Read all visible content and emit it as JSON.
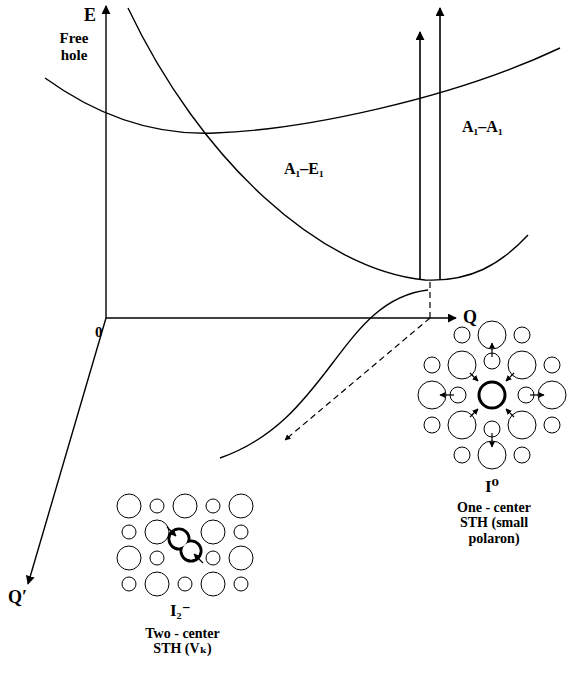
{
  "diagram": {
    "labels": [
      "E",
      "Free hole",
      "A₁–E₁",
      "A₁–A₁",
      "0",
      "Q",
      "Q′",
      "I⁰",
      "One - center STH (small polaron)",
      "I₂⁻",
      "Two - center STH (Vₖ)"
    ]
  }
}
